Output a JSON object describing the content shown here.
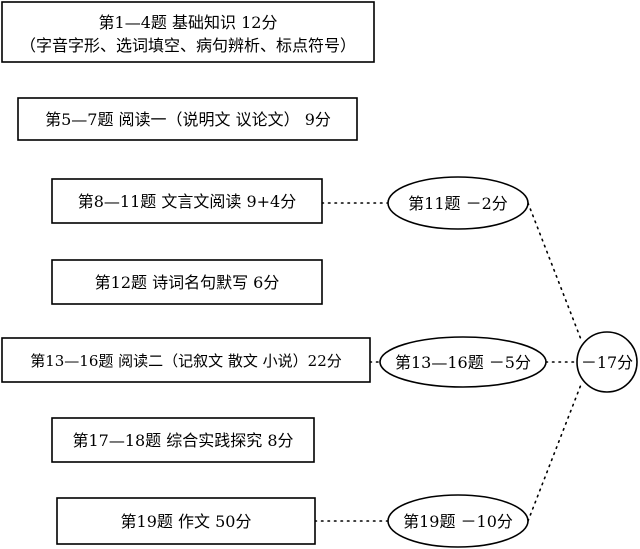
{
  "sections": [
    {
      "id": "s1",
      "line1": "第1—4题  基础知识   12分",
      "line2": "（字音字形、选词填空、病句辨析、标点符号）"
    },
    {
      "id": "s2",
      "line1": "第5—7题  阅读一（说明文 议论文）  9分"
    },
    {
      "id": "s3",
      "line1": "第8—11题  文言文阅读   9+4分"
    },
    {
      "id": "s4",
      "line1": "第12题  诗词名句默写    6分"
    },
    {
      "id": "s5",
      "line1": "第13—16题  阅读二（记叙文 散文 小说）22分"
    },
    {
      "id": "s6",
      "line1": "第17—18题  综合实践探究  8分"
    },
    {
      "id": "s7",
      "line1": "第19题  作文  50分"
    }
  ],
  "deductions": [
    {
      "id": "d1",
      "label": "第11题     －2分"
    },
    {
      "id": "d2",
      "label": "第13—16题  －5分"
    },
    {
      "id": "d3",
      "label": "第19题    －10分"
    }
  ],
  "total": {
    "label": "－17分"
  }
}
